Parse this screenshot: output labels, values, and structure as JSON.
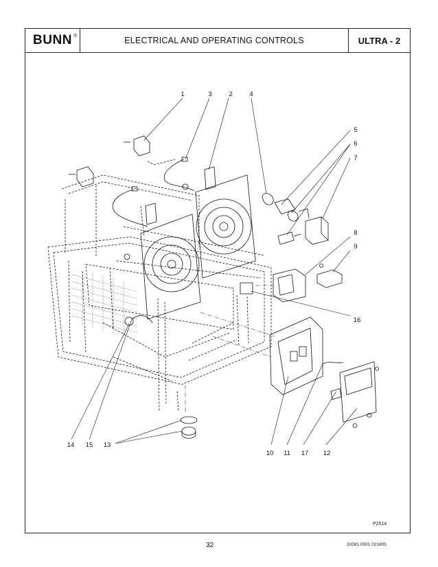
{
  "header": {
    "logo": "BUNN",
    "logo_mark": "®",
    "title": "ELECTRICAL AND OPERATING CONTROLS",
    "model": "ULTRA - 2"
  },
  "diagram": {
    "callouts": [
      "1",
      "3",
      "2",
      "4",
      "5",
      "6",
      "7",
      "8",
      "9",
      "16",
      "14",
      "15",
      "13",
      "10",
      "11",
      "17",
      "12"
    ],
    "drawing_id": "P2514"
  },
  "footer": {
    "page_number": "32",
    "doc_code": "32081.0001 021805"
  }
}
